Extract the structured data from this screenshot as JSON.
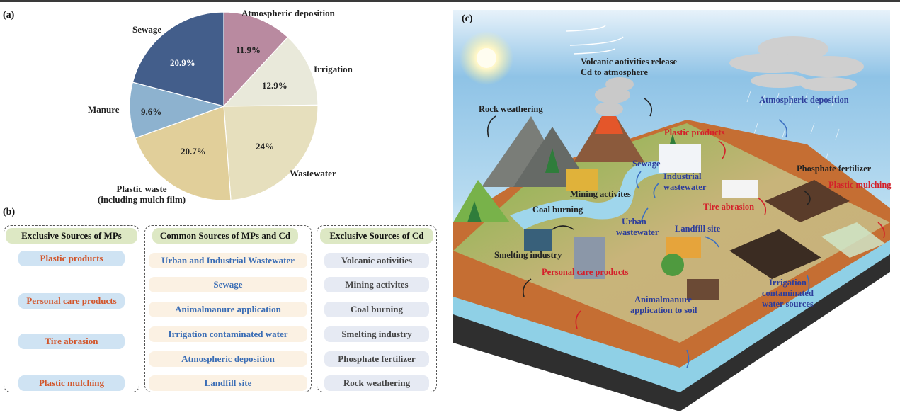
{
  "panels": {
    "a": "(a)",
    "b": "(b)",
    "c": "(c)"
  },
  "chart_data": {
    "type": "pie",
    "title": "",
    "slices": [
      {
        "label": "Atmospheric deposition",
        "value": 11.9,
        "display": "11.9%",
        "color": "#b98aa0"
      },
      {
        "label": "Irrigation",
        "value": 12.9,
        "display": "12.9%",
        "color": "#e9e9da"
      },
      {
        "label": "Wastewater",
        "value": 24.0,
        "display": "24%",
        "color": "#e6dfbd"
      },
      {
        "label": "Plastic waste (including mulch film)",
        "value": 20.7,
        "display": "20.7%",
        "color": "#e1cf9a"
      },
      {
        "label": "Manure",
        "value": 9.6,
        "display": "9.6%",
        "color": "#8db2cf"
      },
      {
        "label": "Sewage",
        "value": 20.9,
        "display": "20.9%",
        "color": "#435e8b"
      }
    ],
    "start_angle_deg": 0,
    "direction": "clockwise",
    "legend": "none"
  },
  "pie_labels": {
    "atmospheric": "Atmospheric deposition",
    "irrigation": "Irrigation",
    "wastewater": "Wastewater",
    "plastic_line1": "Plastic waste",
    "plastic_line2": "(including mulch film)",
    "manure": "Manure",
    "sewage": "Sewage",
    "v_atmospheric": "11.9%",
    "v_irrigation": "12.9%",
    "v_wastewater": "24%",
    "v_plastic": "20.7%",
    "v_manure": "9.6%",
    "v_sewage": "20.9%"
  },
  "sources": {
    "mps": {
      "title": "Exclusive Sources of MPs",
      "items": [
        "Plastic products",
        "Personal care products",
        "Tire abrasion",
        "Plastic mulching"
      ]
    },
    "common": {
      "title": "Common Sources of MPs and Cd",
      "items": [
        "Urban and Industrial Wastewater",
        "Sewage",
        "Animalmanure application",
        "Irrigation contaminated water",
        "Atmospheric deposition",
        "Landfill site"
      ]
    },
    "cd": {
      "title": "Exclusive Sources of Cd",
      "items": [
        "Volcanic aotivities",
        "Mining activites",
        "Coal burning",
        "Smelting industry",
        "Phosphate fertilizer",
        "Rock weathering"
      ]
    }
  },
  "scene": {
    "volcanic_line1": "Volcanic aotivities release",
    "volcanic_line2": "Cd to atmosphere",
    "rock_weathering": "Rock weathering",
    "atmospheric_deposition": "Atmospheric deposition",
    "plastic_products": "Plastic products",
    "sewage": "Sewage",
    "industrial_line1": "Industrial",
    "industrial_line2": "wastewater",
    "mining": "Mining activites",
    "phosphate": "Phosphate fertilizer",
    "plastic_mulching": "Plastic mulching",
    "tire_abrasion": "Tire abrasion",
    "coal_burning": "Coal burning",
    "urban_line1": "Urban",
    "urban_line2": "wastewater",
    "landfill": "Landfill site",
    "smelting": "Smelting industry",
    "personal_care": "Personal care products",
    "animal_line1": "Animalmanure",
    "animal_line2": "application to soil",
    "irrigation_line1": "Irrigation",
    "irrigation_line2": "contaminated",
    "irrigation_line3": "water sources"
  }
}
